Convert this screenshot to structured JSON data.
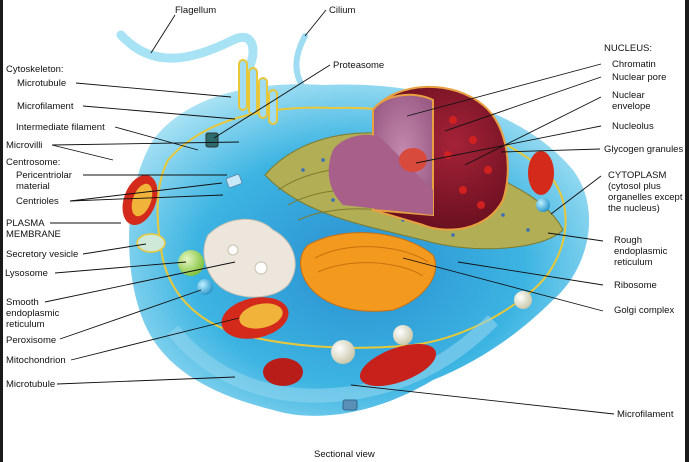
{
  "diagram": {
    "title_caption": "Sectional view",
    "left_labels": {
      "cytoskeleton_header": "Cytoskeleton:",
      "microtubule_top": "Microtubule",
      "microfilament_top": "Microfilament",
      "intermediate_filament": "Intermediate filament",
      "microvilli": "Microvilli",
      "centrosome_header": "Centrosome:",
      "pericentriolar_1": "Pericentriolar",
      "pericentriolar_2": "material",
      "centrioles": "Centrioles",
      "plasma_membrane_1": "PLASMA",
      "plasma_membrane_2": "MEMBRANE",
      "secretory_vesicle": "Secretory vesicle",
      "lysosome": "Lysosome",
      "smooth_er_1": "Smooth",
      "smooth_er_2": "endoplasmic",
      "smooth_er_3": "reticulum",
      "peroxisome": "Peroxisome",
      "mitochondrion": "Mitochondrion",
      "microtubule_bottom": "Microtubule"
    },
    "top_labels": {
      "flagellum": "Flagellum",
      "cilium": "Cilium",
      "proteasome": "Proteasome"
    },
    "right_labels": {
      "nucleus_header": "NUCLEUS:",
      "chromatin": "Chromatin",
      "nuclear_pore": "Nuclear pore",
      "nuclear_envelope_1": "Nuclear",
      "nuclear_envelope_2": "envelope",
      "nucleolus": "Nucleolus",
      "glycogen_granules": "Glycogen granules",
      "cytoplasm_1": "CYTOPLASM",
      "cytoplasm_2": "(cytosol plus",
      "cytoplasm_3": "organelles except",
      "cytoplasm_4": "the nucleus)",
      "rough_er_1": "Rough",
      "rough_er_2": "endoplasmic",
      "rough_er_3": "reticulum",
      "ribosome": "Ribosome",
      "golgi_complex": "Golgi complex",
      "microfilament_bottom": "Microfilament"
    },
    "colors": {
      "cytosol": "#3fb6e0",
      "membrane": "#e8c83a",
      "mitochondrion": "#d42a1c",
      "golgi": "#f39a1e",
      "nucleus": "#8e1c2a",
      "chromatin": "#b06a90",
      "rough_er": "#a9a84e",
      "smooth_er": "#ece6dc",
      "border": "#1a1a1a"
    }
  }
}
